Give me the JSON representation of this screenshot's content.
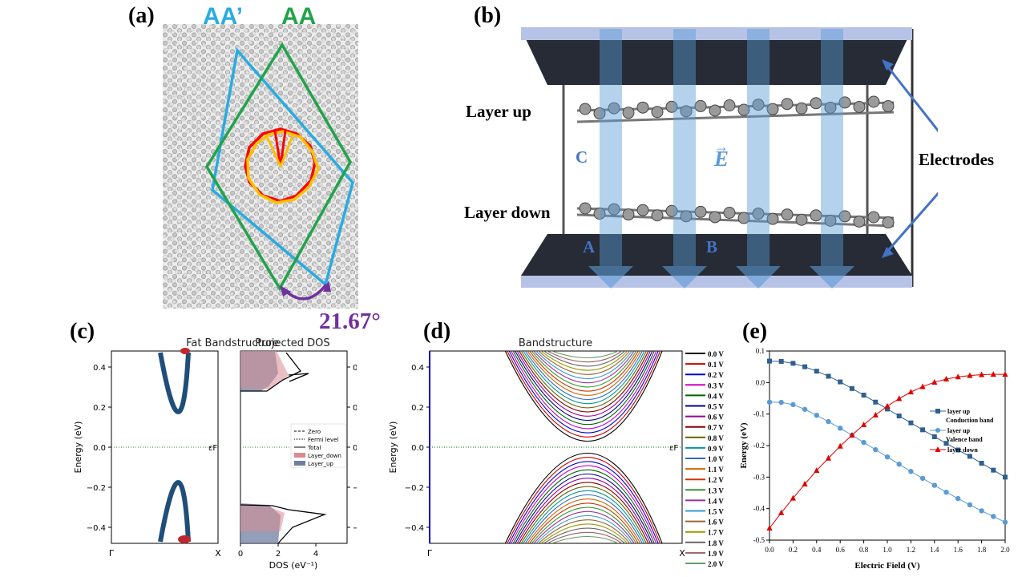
{
  "panel_a": {
    "label": "(a)",
    "stacking_aa_prime": "AA’",
    "stacking_aa": "AA",
    "twist_angle": "21.67°",
    "colors": {
      "aa_prime": "#29ABE2",
      "aa": "#22A34A",
      "angle": "#7030A0"
    }
  },
  "panel_b": {
    "label": "(b)",
    "layer_up": "Layer up",
    "layer_down": "Layer down",
    "electrodes": "Electrodes",
    "field_symbol": "E",
    "point_c": "C",
    "point_a": "A",
    "point_b": "B",
    "colors": {
      "electrode": "#262B35",
      "field_arrow": "#5B9BD5",
      "text_blue": "#4472C4"
    }
  },
  "panel_c": {
    "label": "(c)",
    "left_title": "Fat Bandstructure",
    "right_title": "Projected DOS",
    "ylabel": "Energy (eV)",
    "xlabel_dos": "DOS (eV⁻¹)",
    "k_start": "Γ",
    "k_end": "X",
    "fermi_label": "εF",
    "y_ticks": [
      "0.4",
      "0.2",
      "0.0",
      "−0.2",
      "−0.4"
    ],
    "dos_x_ticks": [
      "0",
      "2",
      "4"
    ],
    "legend": [
      "Zero",
      "Fermi level",
      "Total",
      "Layer_down",
      "Layer_up"
    ]
  },
  "panel_d": {
    "label": "(d)",
    "title": "Bandstructure",
    "ylabel": "Energy (eV)",
    "k_start": "Γ",
    "k_end": "X",
    "fermi_label": "εF",
    "y_ticks": [
      "0.4",
      "0.2",
      "0.0",
      "−0.2",
      "−0.4"
    ],
    "legend": [
      "0.0 V",
      "0.1 V",
      "0.2 V",
      "0.3 V",
      "0.4 V",
      "0.5 V",
      "0.6 V",
      "0.7 V",
      "0.8 V",
      "0.9 V",
      "1.0 V",
      "1.1 V",
      "1.2 V",
      "1.3 V",
      "1.4 V",
      "1.5 V",
      "1.6 V",
      "1.7 V",
      "1.8 V",
      "1.9 V",
      "2.0 V"
    ],
    "legend_colors": [
      "#000000",
      "#CC0000",
      "#0000CC",
      "#CC00CC",
      "#006600",
      "#000088",
      "#990099",
      "#880000",
      "#666600",
      "#009999",
      "#3366CC",
      "#CC6600",
      "#CC3300",
      "#339933",
      "#993399",
      "#3399CC",
      "#996633",
      "#999900",
      "#666666",
      "#996666",
      "#669966"
    ]
  },
  "panel_e": {
    "label": "(e)",
    "chart_data": {
      "type": "line",
      "xlabel": "Electric Field (V)",
      "ylabel": "Energy (eV)",
      "xlim": [
        0.0,
        2.0
      ],
      "ylim": [
        -0.5,
        0.1
      ],
      "x_ticks": [
        "0.0",
        "0.2",
        "0.4",
        "0.6",
        "0.8",
        "1.0",
        "1.2",
        "1.4",
        "1.6",
        "1.8",
        "2.0"
      ],
      "y_ticks": [
        "0.1",
        "0.0",
        "-0.1",
        "-0.2",
        "-0.3",
        "-0.4",
        "-0.5"
      ],
      "legend_placement": "right",
      "x": [
        0.0,
        0.1,
        0.2,
        0.3,
        0.4,
        0.5,
        0.6,
        0.7,
        0.8,
        0.9,
        1.0,
        1.1,
        1.2,
        1.3,
        1.4,
        1.5,
        1.6,
        1.7,
        1.8,
        1.9,
        2.0
      ],
      "series": [
        {
          "name": "layer up\nConduction band",
          "color": "#2F5F8F",
          "marker": "square",
          "values": [
            0.068,
            0.067,
            0.061,
            0.05,
            0.036,
            0.02,
            0.002,
            -0.019,
            -0.04,
            -0.062,
            -0.084,
            -0.106,
            -0.128,
            -0.15,
            -0.172,
            -0.193,
            -0.214,
            -0.234,
            -0.256,
            -0.278,
            -0.3
          ]
        },
        {
          "name": "layer up\nValence band",
          "color": "#5B9BD5",
          "marker": "circle",
          "values": [
            -0.062,
            -0.063,
            -0.07,
            -0.085,
            -0.104,
            -0.124,
            -0.145,
            -0.167,
            -0.19,
            -0.213,
            -0.236,
            -0.259,
            -0.282,
            -0.304,
            -0.326,
            -0.348,
            -0.368,
            -0.388,
            -0.407,
            -0.425,
            -0.443
          ]
        },
        {
          "name": "layer down",
          "color": "#E00000",
          "marker": "triangle",
          "values": [
            -0.462,
            -0.413,
            -0.367,
            -0.322,
            -0.279,
            -0.24,
            -0.202,
            -0.167,
            -0.134,
            -0.103,
            -0.075,
            -0.051,
            -0.03,
            -0.013,
            0.001,
            0.011,
            0.018,
            0.022,
            0.025,
            0.026,
            0.026
          ]
        }
      ]
    }
  }
}
